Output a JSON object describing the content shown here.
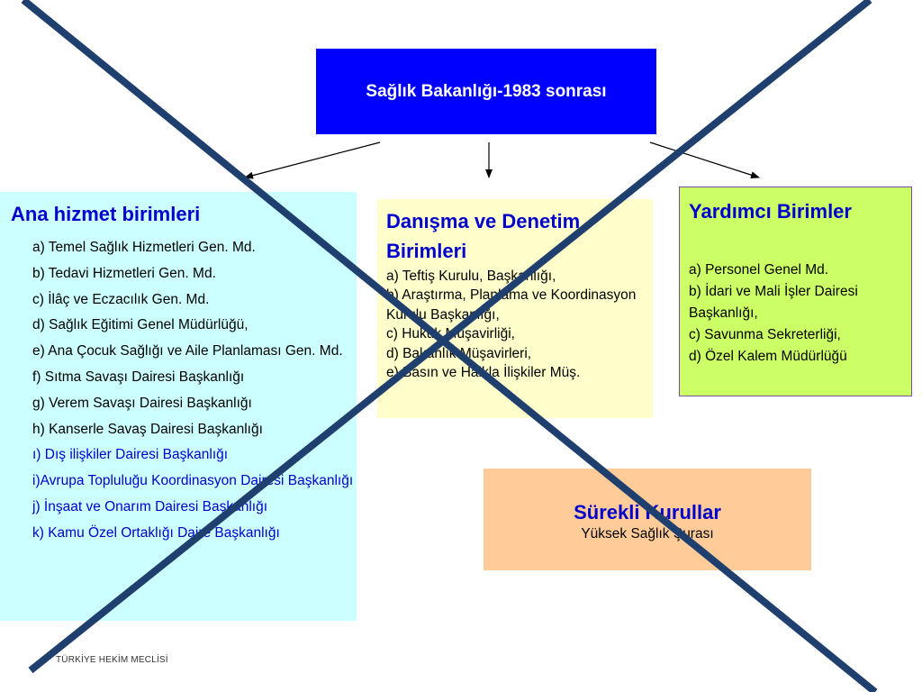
{
  "top": {
    "title": "Sağlık Bakanlığı-1983 sonrası"
  },
  "left": {
    "title": "Ana hizmet birimleri",
    "items": [
      "a) Temel Sağlık Hizmetleri Gen. Md.",
      "b) Tedavi Hizmetleri Gen. Md.",
      "c) İlâç ve Eczacılık Gen. Md.",
      "d) Sağlık Eğitimi Genel Müdürlüğü,",
      "e) Ana Çocuk Sağlığı ve Aile Planlaması Gen. Md.",
      "f) Sıtma Savaşı Dairesi Başkanlığı",
      "g) Verem Savaşı Dairesi Başkanlığı",
      "h) Kanserle Savaş Dairesi Başkanlığı",
      "ı) Dış ilişkiler Dairesi Başkanlığı",
      "i)Avrupa Topluluğu Koordinasyon Dairesi Başkanlığı",
      "j) İnşaat ve Onarım Dairesi Başkanlığı",
      "k) Kamu Özel Ortaklığı Daire Başkanlığı"
    ]
  },
  "middle": {
    "title": "Danışma ve Denetim Birimleri",
    "items": [
      "a) Teftiş Kurulu, Başkanlığı,",
      "b) Araştırma, Planlama ve Koordinasyon Kurulu Başkanlığı,",
      "c) Hukuk Müşavirliği,",
      "d) Bakanlık Müşavirleri,",
      "e) Basın ve Halkla İlişkiler Müş."
    ]
  },
  "right": {
    "title": "Yardımcı Birimler",
    "items": [
      "a) Personel Genel Md.",
      "b) İdari ve Mali İşler Dairesi Başkanlığı,",
      "c) Savunma Sekreterliği,",
      "d) Özel Kalem Müdürlüğü"
    ]
  },
  "bottom": {
    "title": "Sürekli Kurullar",
    "subtitle": "Yüksek Sağlık Şurası"
  },
  "footer": "TÜRKİYE HEKİM MECLİSİ",
  "colors": {
    "top_box": "#0000ff",
    "left_box": "#ccffff",
    "middle_box": "#ffffcc",
    "right_box": "#ccff66",
    "bottom_box": "#ffcc99",
    "heading": "#0000cc",
    "cross": "#1f3f6e"
  }
}
